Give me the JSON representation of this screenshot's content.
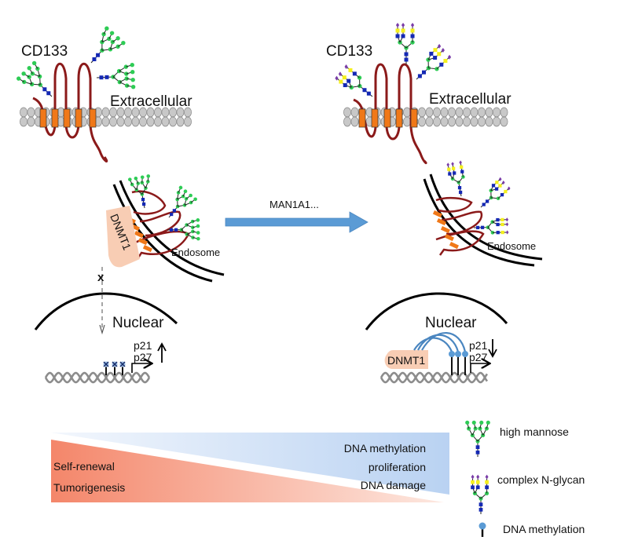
{
  "left_panel": {
    "protein_label": "CD133",
    "extracellular_label": "Extracellular",
    "endosome_label": "Endosome",
    "dnmt1_label": "DNMT1",
    "block_mark": "x",
    "nuclear_label": "Nuclear",
    "gene1": "p21",
    "gene2": "p27",
    "expression_direction": "up"
  },
  "transition": {
    "arrow_label": "MAN1A1..."
  },
  "right_panel": {
    "protein_label": "CD133",
    "extracellular_label": "Extracellular",
    "endosome_label": "Endosome",
    "dnmt1_label": "DNMT1",
    "nuclear_label": "Nuclear",
    "gene1": "p21",
    "gene2": "p27",
    "expression_direction": "down"
  },
  "gradient_bar": {
    "left_items": [
      "Self-renewal",
      "Tumorigenesis"
    ],
    "right_items": [
      "DNA methylation",
      "proliferation",
      "DNA damage"
    ]
  },
  "legend": {
    "items": [
      {
        "label": "high mannose",
        "symbol": "high-mannose-glycan"
      },
      {
        "label": "complex N-glycan",
        "symbol": "complex-n-glycan"
      },
      {
        "label": "DNA methylation",
        "symbol": "methylation-lollipop"
      }
    ]
  },
  "colors": {
    "protein": "#8b1a1a",
    "transmembrane": "#f07818",
    "mannose": "#2ecc55",
    "glcnac": "#1428b4",
    "galactose": "#f5f01e",
    "sialic_acid": "#7a3ca8",
    "arrow": "#5b9bd5",
    "dnmt1": "#f8cdb4",
    "methyl": "#5b9bd5",
    "orange_gradient": "#f4866a",
    "blue_gradient": "#a9c6ee"
  }
}
